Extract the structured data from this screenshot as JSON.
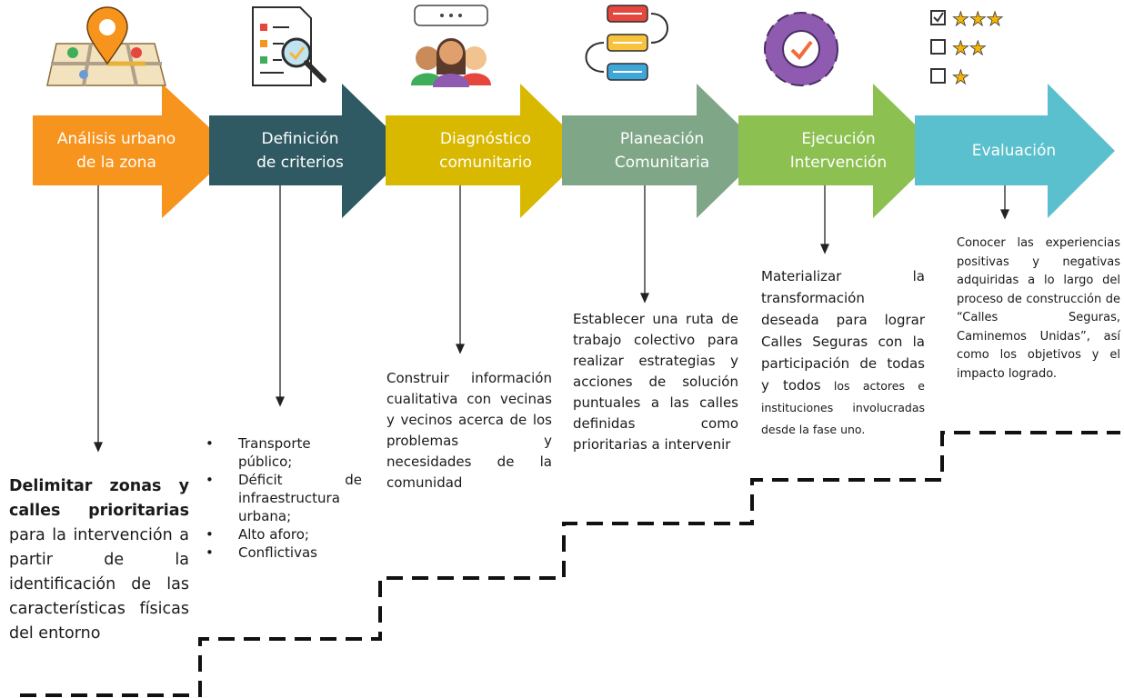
{
  "colors": {
    "stage1": "#F7941D",
    "stage2": "#2F5A63",
    "stage3": "#D9B800",
    "stage4": "#7FA686",
    "stage5": "#8CC152",
    "stage6": "#5BC0CD"
  },
  "stages": [
    {
      "icon": "map-pin-icon",
      "line1": "Análisis urbano",
      "line2": "de la zona"
    },
    {
      "icon": "document-search-icon",
      "line1": "Definición",
      "line2": "de criterios"
    },
    {
      "icon": "community-chat-icon",
      "line1": "Diagnóstico",
      "line2": "comunitario"
    },
    {
      "icon": "flow-list-icon",
      "line1": "Planeación",
      "line2": "Comunitaria"
    },
    {
      "icon": "gear-check-icon",
      "line1": "Ejecución",
      "line2": "Intervención"
    },
    {
      "icon": "star-rating-icon",
      "line1": "Evaluación",
      "line2": ""
    }
  ],
  "descriptions": {
    "stage1": {
      "bold": "Delimitar zonas y calles prioritarias",
      "rest": " para la intervención a partir de la identificación de las características físicas del entorno"
    },
    "stage2_items": [
      "Transporte público;",
      "Déficit de infraestructura urbana;",
      "Alto aforo;",
      "Conflictivas"
    ],
    "stage3": "Construir información cualitativa con vecinas y vecinos acerca de los problemas y necesidades de la comunidad",
    "stage4": "Establecer una ruta de trabajo colectivo para realizar estrategias y acciones de solución puntuales a las calles definidas como prioritarias a intervenir",
    "stage5_main": "Materializar la transformación deseada para lograr Calles Seguras con la participación de todas y todos",
    "stage5_small": " los actores e instituciones involucradas desde la fase uno.",
    "stage6": "Conocer las experiencias positivas y negativas adquiridas a lo largo del proceso de construcción de “Calles Seguras, Caminemos Unidas”, así como los objetivos y el impacto logrado."
  }
}
